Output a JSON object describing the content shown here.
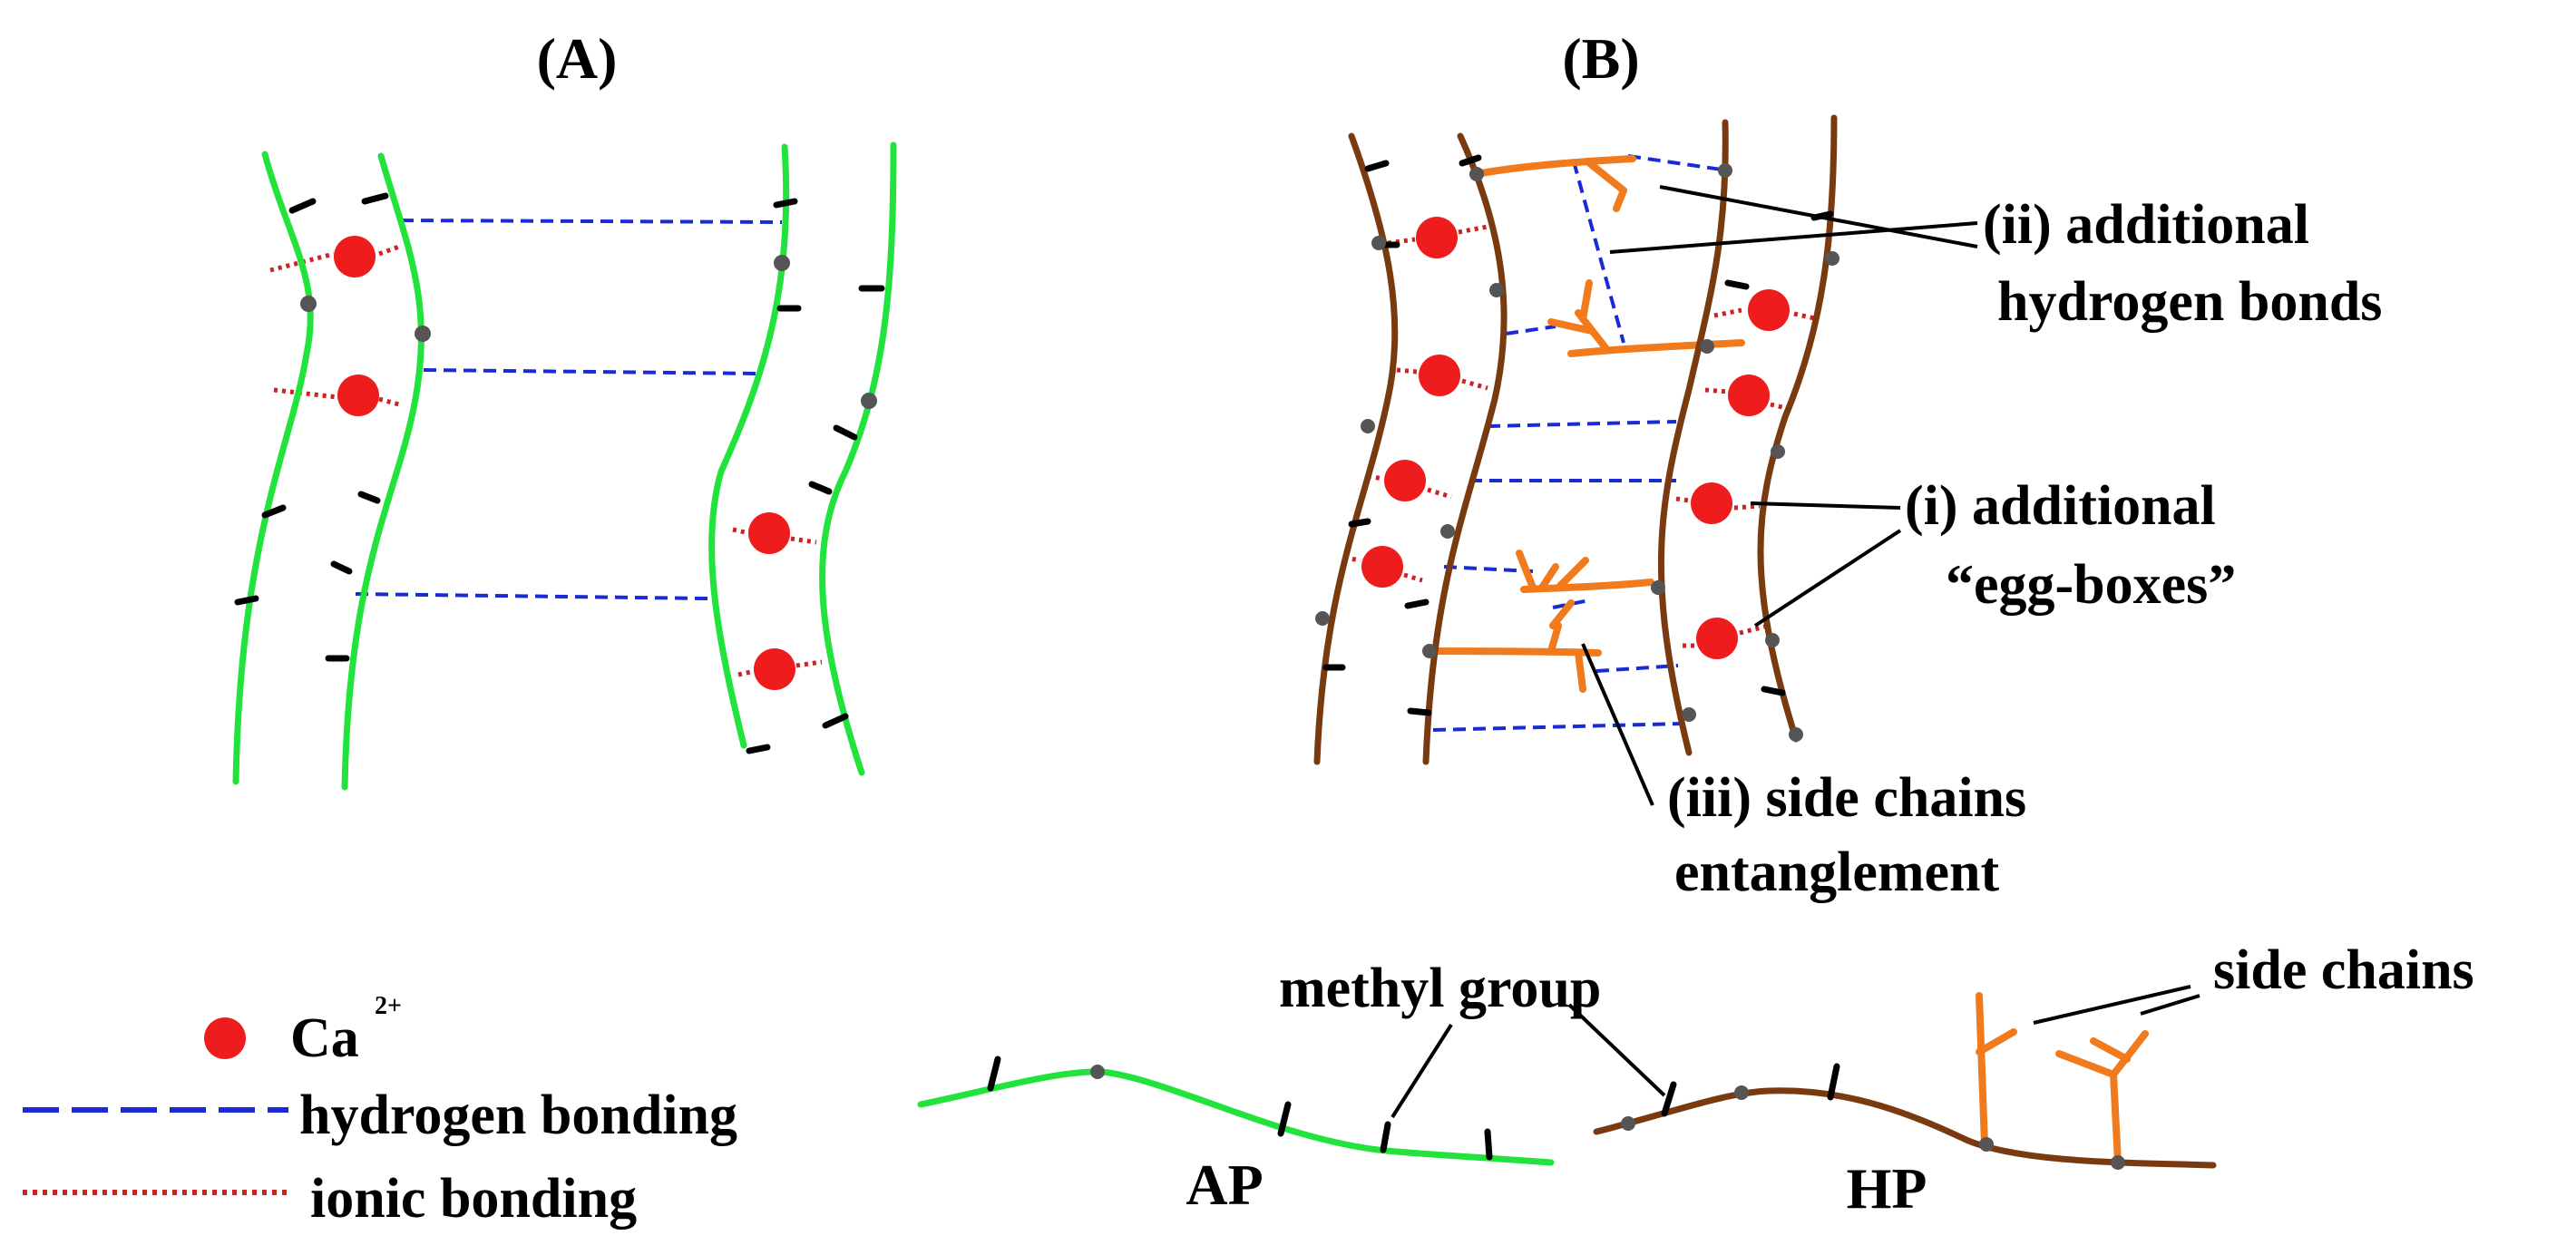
{
  "panels": {
    "a_label": "(A)",
    "b_label": "(B)"
  },
  "annotations": {
    "ii_line1": "(ii) additional",
    "ii_line2": "hydrogen bonds",
    "i_line1": "(i) additional",
    "i_line2": "“egg-boxes”",
    "iii_line1": "(iii) side chains",
    "iii_line2": "entanglement"
  },
  "legend": {
    "calcium": "Ca",
    "calcium_charge": "2+",
    "hydrogen": "hydrogen bonding",
    "ionic": "ionic bonding"
  },
  "molecules": {
    "methyl_label": "methyl group",
    "side_label": "side chains",
    "ap_label": "AP",
    "hp_label": "HP"
  },
  "colors": {
    "ap_chain": "#22e33c",
    "hp_chain": "#7a3a10",
    "side_chain": "#f07a1c",
    "calcium": "#ee1c1c",
    "hydrogen_bond": "#1a2bd6",
    "ionic_bond": "#cc2222",
    "junction": "#555555"
  }
}
